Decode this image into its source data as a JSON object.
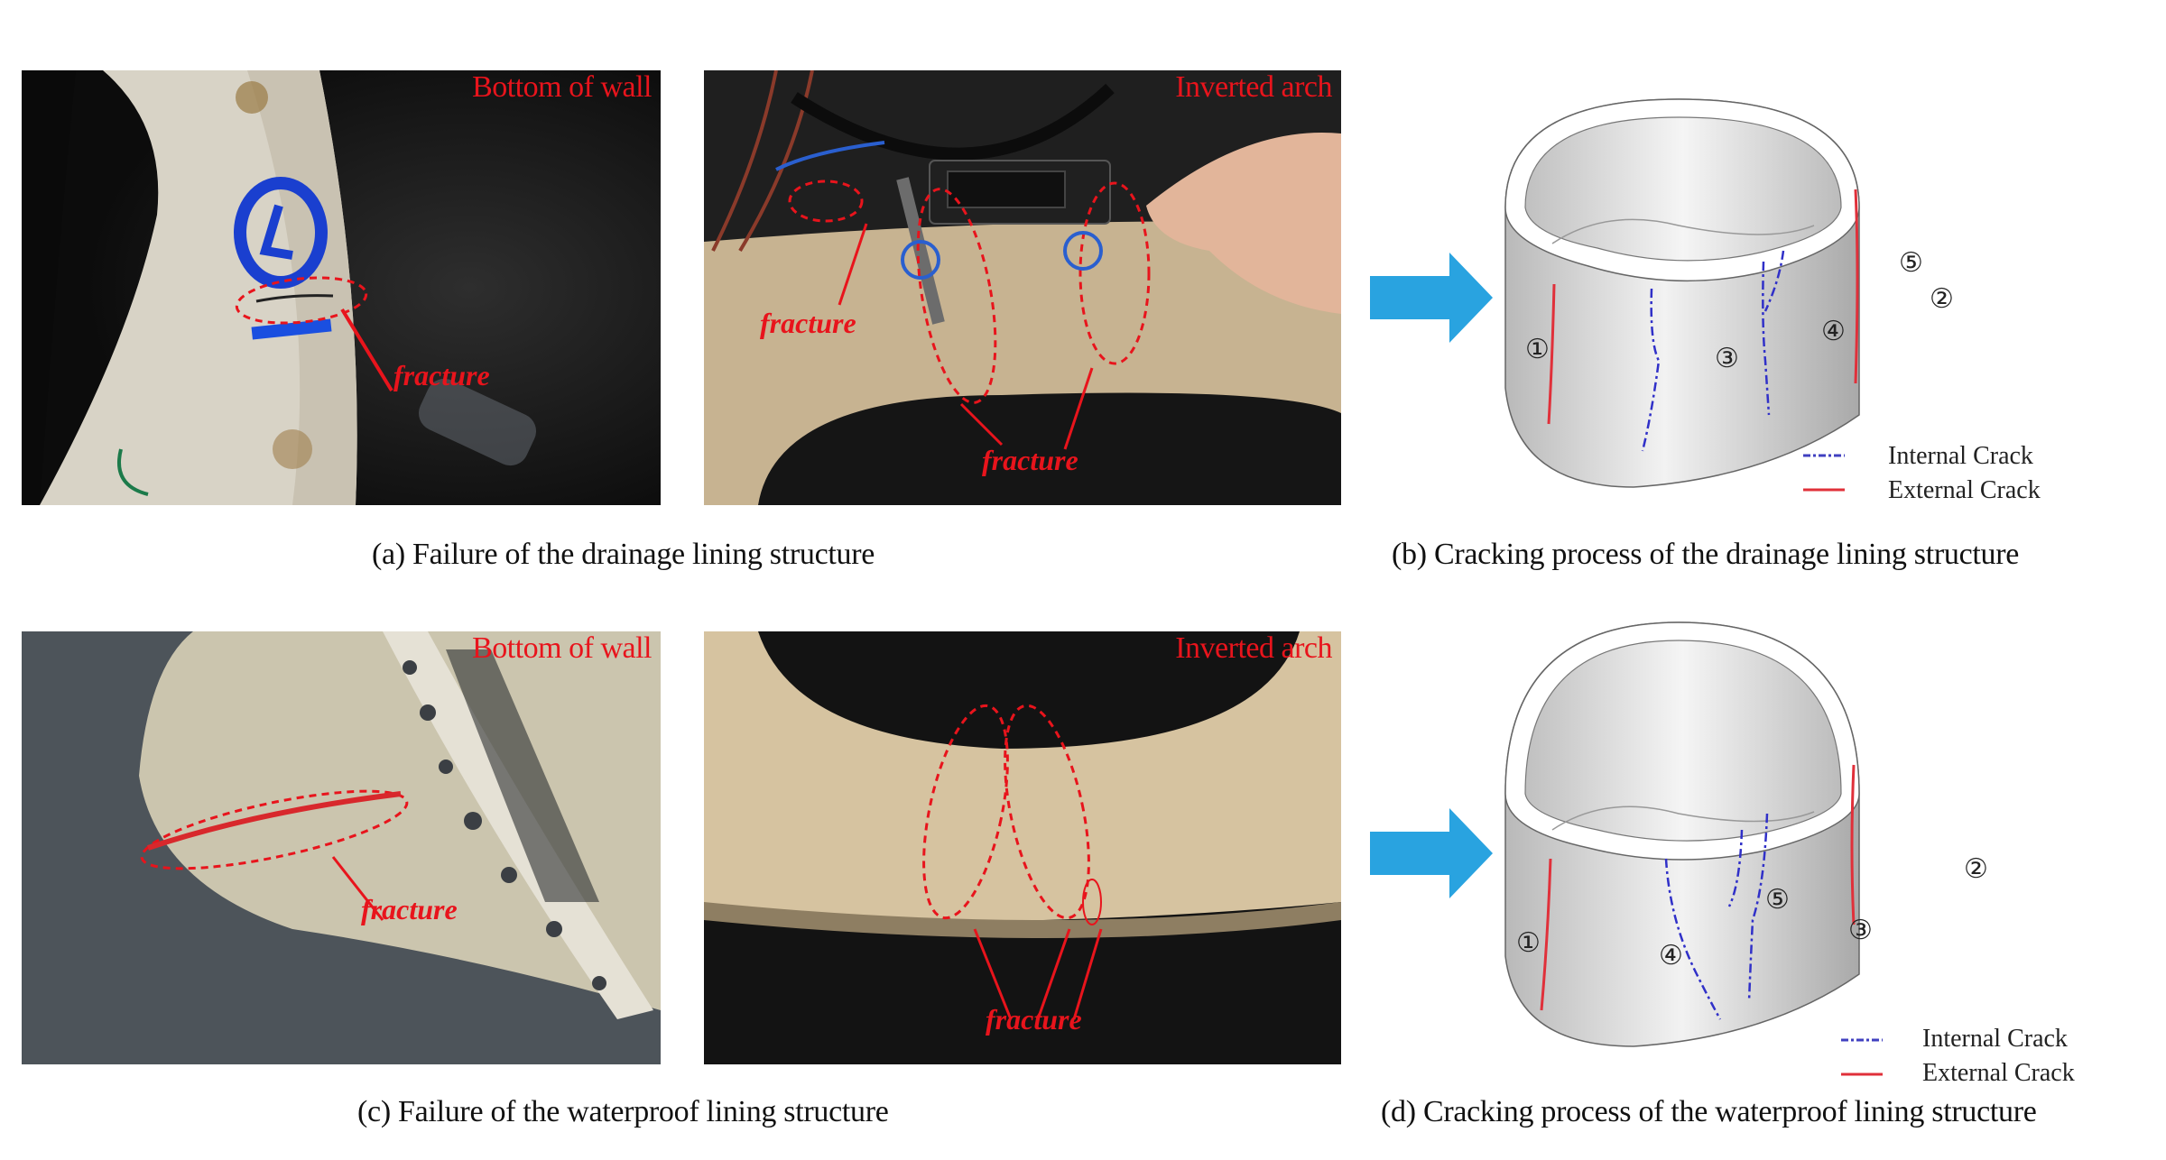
{
  "figure": {
    "panels": [
      {
        "id": "a",
        "caption": "(a) Failure of the drainage lining structure",
        "photos": [
          {
            "location_label": "Bottom of wall",
            "annotations": [
              "fracture"
            ]
          },
          {
            "location_label": "Inverted arch",
            "annotations": [
              "fracture",
              "fracture"
            ]
          }
        ]
      },
      {
        "id": "b",
        "caption": "(b) Cracking process of the drainage lining structure",
        "crack_numbers": [
          "①",
          "②",
          "③",
          "④",
          "⑤"
        ],
        "legend": {
          "internal": "Internal Crack",
          "external": "External Crack"
        }
      },
      {
        "id": "c",
        "caption": "(c) Failure of the waterproof lining structure",
        "photos": [
          {
            "location_label": "Bottom of wall",
            "annotations": [
              "fracture"
            ]
          },
          {
            "location_label": "Inverted arch",
            "annotations": [
              "fracture"
            ]
          }
        ]
      },
      {
        "id": "d",
        "caption": "(d) Cracking process of the waterproof lining structure",
        "crack_numbers": [
          "①",
          "②",
          "③",
          "④",
          "⑤"
        ],
        "legend": {
          "internal": "Internal Crack",
          "external": "External Crack"
        }
      }
    ],
    "colors": {
      "annotation_red": "#e8141c",
      "internal_crack_blue": "#3030c8",
      "external_crack_red": "#e0303a",
      "arrow_blue": "#29a3e0"
    }
  }
}
